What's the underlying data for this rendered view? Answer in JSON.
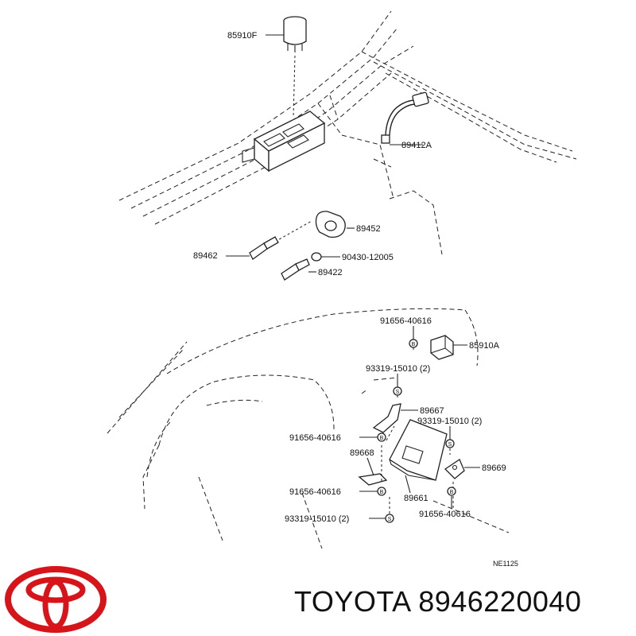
{
  "diagram": {
    "drawing_code": "NE1125",
    "labels": {
      "relay_top": "85910F",
      "sensor_wire": "89412A",
      "sensor_round": "89452",
      "sensor_left": "89462",
      "o_ring": "90430-12005",
      "sensor_small": "89422",
      "bolt_top": "91656-40616",
      "relay_right": "85910A",
      "screw_top": "93319-15010 (2)",
      "bracket_top": "89667",
      "screw_right": "93319-15010 (2)",
      "bolt_left": "91656-40616",
      "bracket_left": "89668",
      "bracket_right": "89669",
      "bolt_lower_left": "91656-40616",
      "ecu": "89661",
      "bolt_lower_right": "91656-40616",
      "screw_bottom": "93319-15010 (2)"
    },
    "fastener_marks": {
      "bolt": "B",
      "screw": "S"
    }
  },
  "caption": {
    "text": "TOYOTA 8946220040"
  },
  "brand": {
    "name": "TOYOTA",
    "logo_color": "#d7141a"
  }
}
